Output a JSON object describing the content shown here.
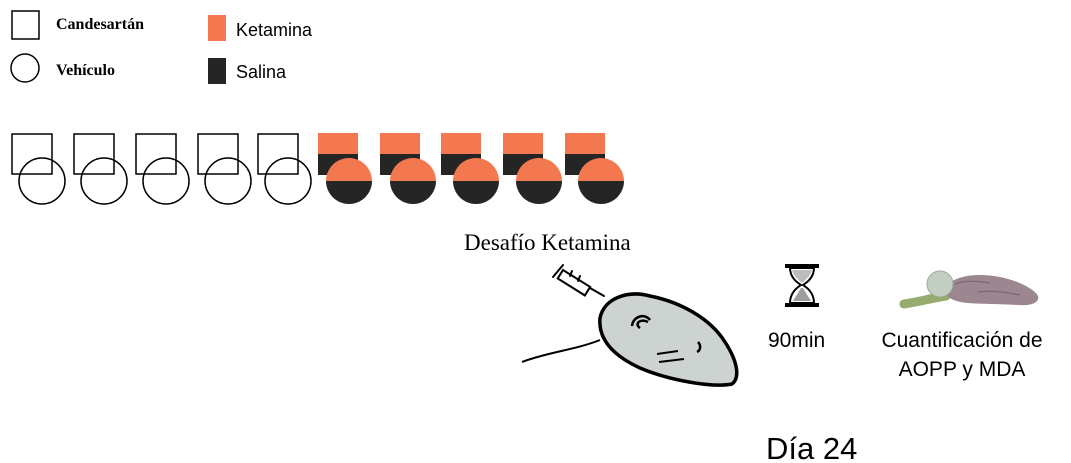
{
  "legend": {
    "candesartan": "Candesartán",
    "vehiculo": "Vehículo",
    "ketamina": "Ketamina",
    "salina": "Salina"
  },
  "groups": [
    {
      "shape_fill": "empty"
    },
    {
      "shape_fill": "empty"
    },
    {
      "shape_fill": "empty"
    },
    {
      "shape_fill": "empty"
    },
    {
      "shape_fill": "empty"
    },
    {
      "shape_fill": "ketamina-salina"
    },
    {
      "shape_fill": "ketamina-salina"
    },
    {
      "shape_fill": "ketamina-salina"
    },
    {
      "shape_fill": "ketamina-salina"
    },
    {
      "shape_fill": "ketamina-salina"
    }
  ],
  "challenge": {
    "label": "Desafío Ketamina"
  },
  "timer": {
    "label": "90min",
    "icon": "hourglass-icon"
  },
  "assay": {
    "line1": "Cuantificación de",
    "line2": "AOPP y MDA",
    "icon": "brain-icon"
  },
  "day": {
    "label": "Día 24"
  },
  "colors": {
    "ketamina": "#F4784F",
    "salina": "#252525",
    "mouse": "#CDD3D1",
    "brain": "#9C8690",
    "brainstem": "#95AC6E",
    "outline": "#000000"
  }
}
